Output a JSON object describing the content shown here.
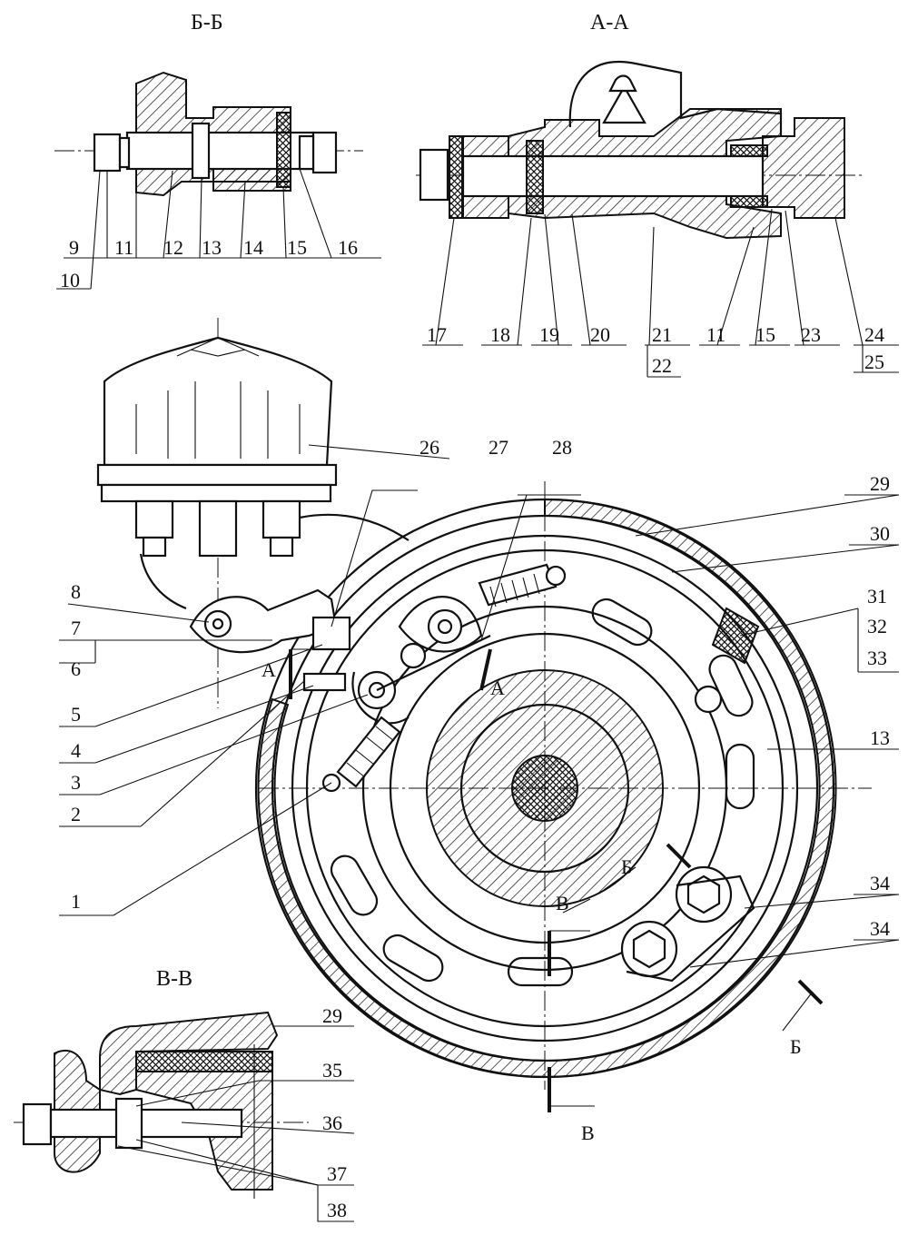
{
  "section_titles": {
    "bb": "Б-Б",
    "aa": "А-А",
    "vv": "В-В"
  },
  "cut_marks": {
    "a": "А",
    "b": "Б",
    "v": "В"
  },
  "labels": {
    "n1": "1",
    "n2": "2",
    "n3": "3",
    "n4": "4",
    "n5": "5",
    "n6": "6",
    "n7": "7",
    "n8": "8",
    "n9": "9",
    "n10": "10",
    "n11": "11",
    "n12": "12",
    "n13": "13",
    "n14": "14",
    "n15": "15",
    "n16": "16",
    "n17": "17",
    "n18": "18",
    "n19": "19",
    "n20": "20",
    "n21": "21",
    "n22": "22",
    "n23": "23",
    "n24": "24",
    "n25": "25",
    "n26": "26",
    "n27": "27",
    "n28": "28",
    "n29": "29",
    "n30": "30",
    "n31": "31",
    "n32": "32",
    "n33": "33",
    "n34": "34",
    "n35": "35",
    "n36": "36",
    "n37": "37",
    "n38": "38"
  }
}
